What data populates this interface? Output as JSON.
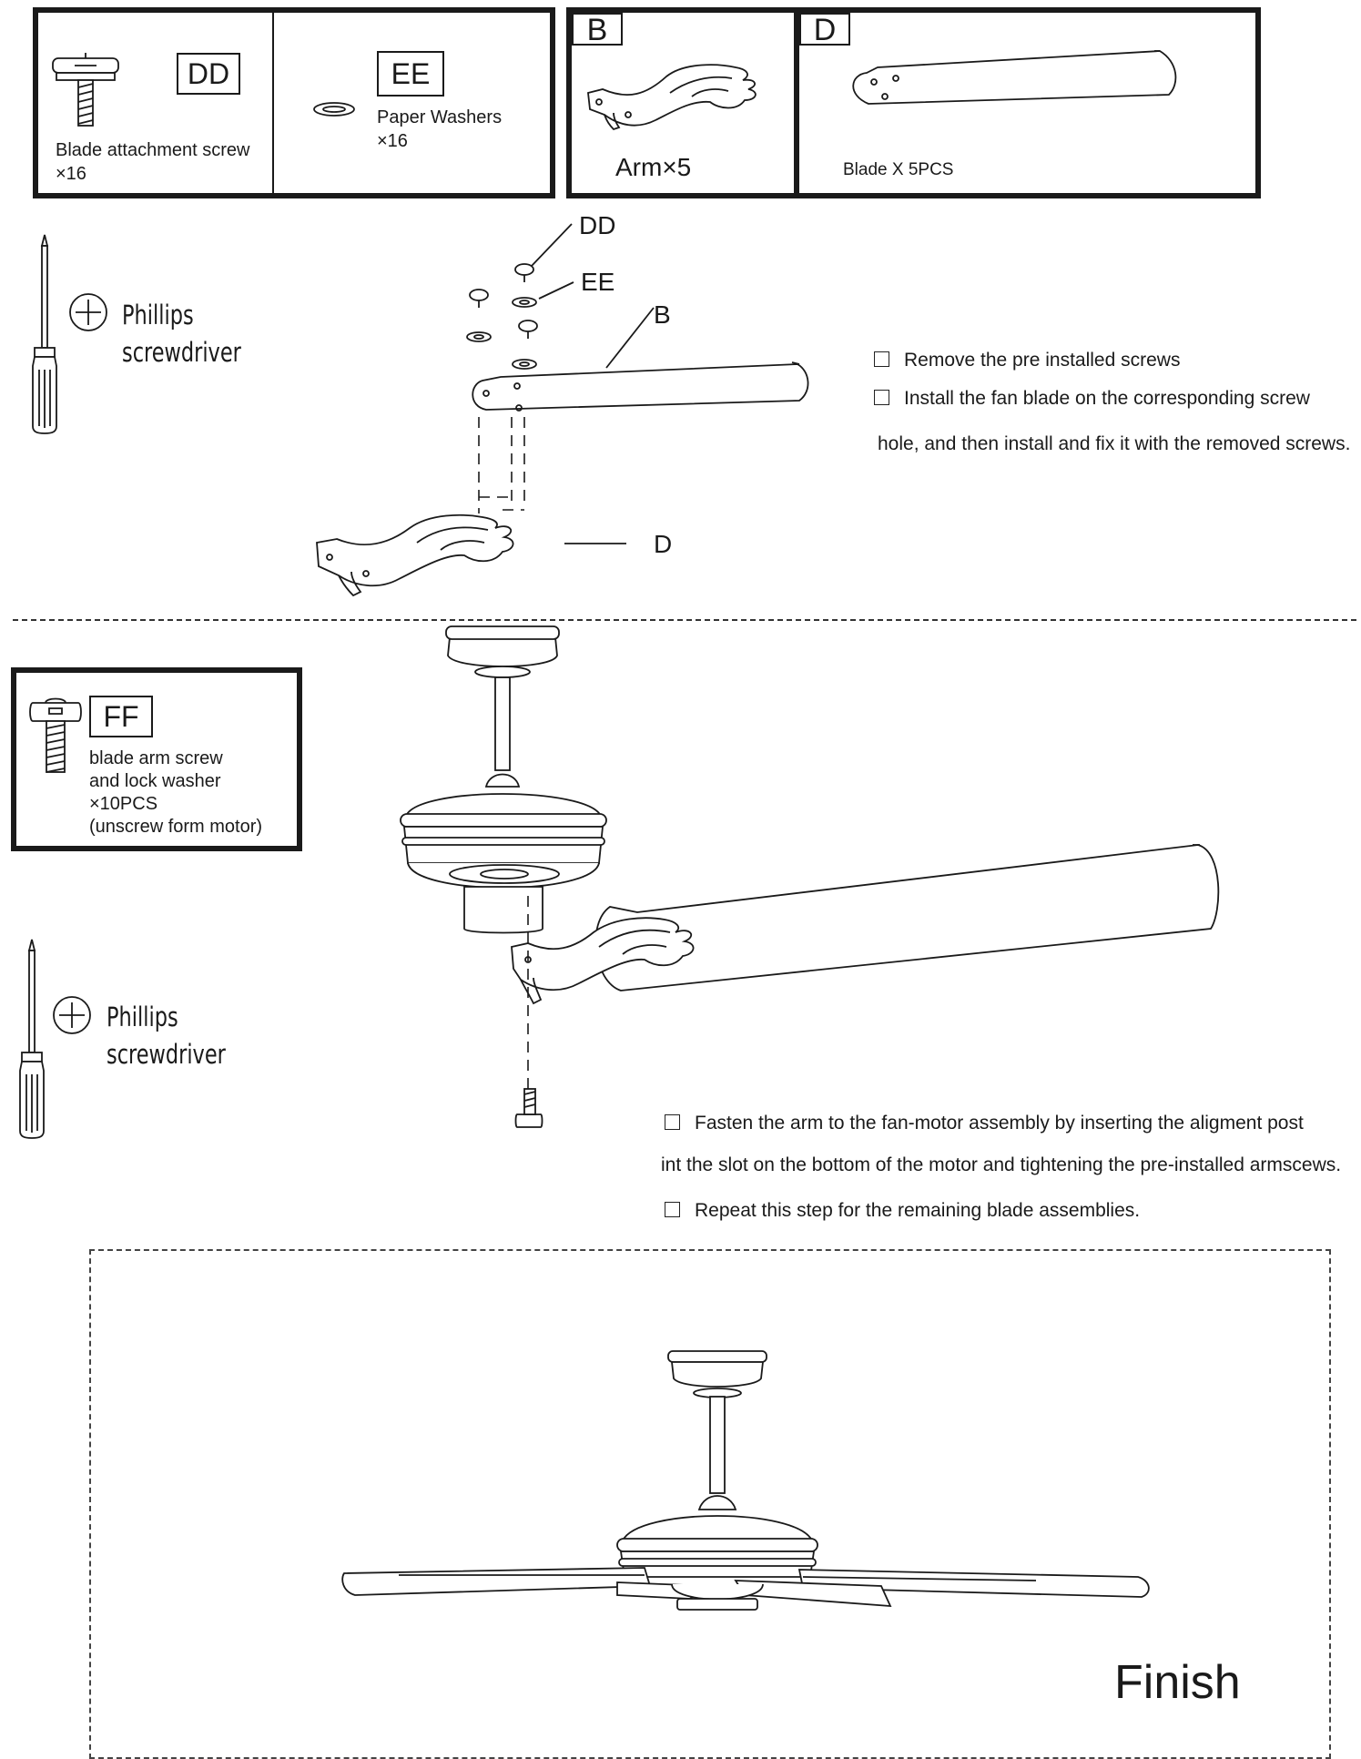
{
  "parts": {
    "dd": {
      "tag": "DD",
      "name": "Blade attachment screw",
      "qty": "×16"
    },
    "ee": {
      "tag": "EE",
      "name": "Paper Washers",
      "qty": "×16"
    },
    "b": {
      "tag": "B",
      "name": "Arm×5"
    },
    "d": {
      "tag": "D",
      "name": "Blade X 5PCS"
    },
    "ff": {
      "tag": "FF",
      "line1": "blade arm screw",
      "line2": "and lock washer",
      "line3": "×10PCS",
      "line4": "(unscrew form motor)"
    }
  },
  "tool": {
    "line1": "Phillips",
    "line2": "screwdriver"
  },
  "diagram1": {
    "label_dd": "DD",
    "label_ee": "EE",
    "label_b": "B",
    "label_d": "D"
  },
  "step1": {
    "item1": "Remove the pre installed screws",
    "item2": "Install the fan blade on the corresponding screw",
    "item2_cont": "hole, and then install and fix it with the removed screws."
  },
  "step2": {
    "item1": "Fasten the arm to the fan-motor assembly by inserting the aligment post",
    "item1_cont": "int the slot on the bottom of the motor and tightening  the pre-installed armscews.",
    "item2": "Repeat this step for the remaining blade assemblies."
  },
  "finish": {
    "label": "Finish"
  }
}
